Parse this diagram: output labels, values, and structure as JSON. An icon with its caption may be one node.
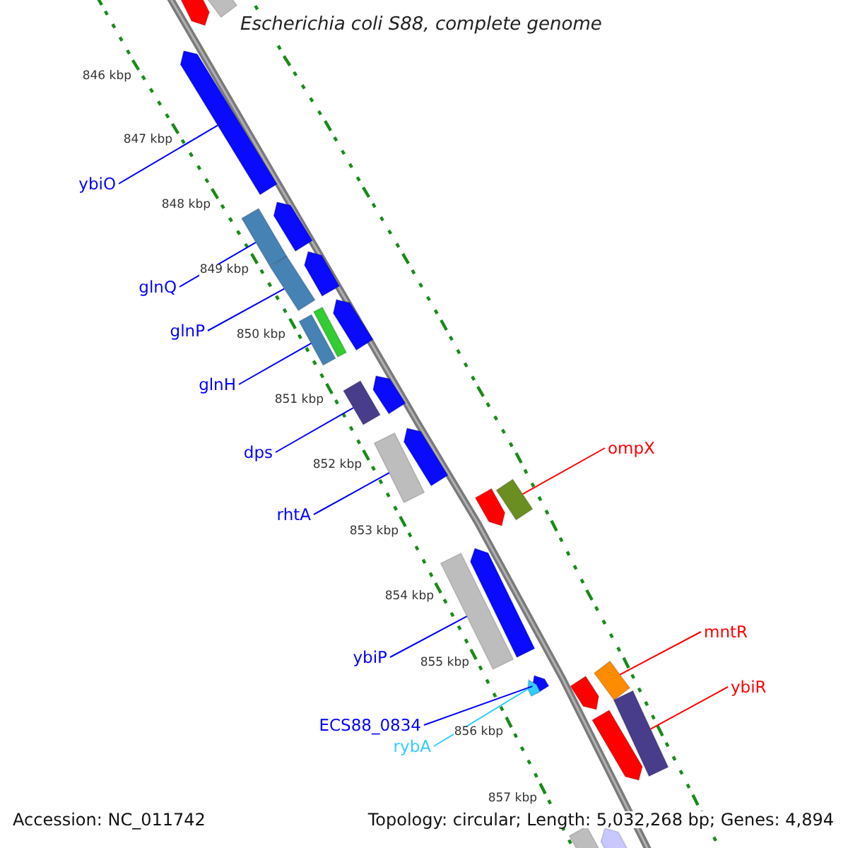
{
  "diagram": {
    "title": "Escherichia coli S88, complete genome",
    "nodes": [
      {
        "text": [
          "ybiO"
        ]
      },
      {
        "text": [],
        "shape": "bar"
      },
      {
        "text": [
          "glnQ"
        ]
      },
      {
        "text": [],
        "shape": "bar"
      },
      {
        "text": [
          "glnP"
        ]
      },
      {
        "text": [],
        "shape": "bar"
      },
      {
        "text": [
          "glnH"
        ]
      },
      {
        "text": [],
        "shape": "bar"
      },
      {
        "text": [
          "dps"
        ]
      },
      {
        "text": [],
        "shape": "bar"
      },
      {
        "text": [
          "rhtA"
        ]
      },
      {
        "text": [],
        "shape": "bar"
      },
      {
        "text": [
          "ompX"
        ]
      },
      {
        "text": [],
        "shape": "bar"
      },
      {
        "text": [
          "ybiP"
        ]
      },
      {
        "text": [],
        "shape": "bar"
      },
      {
        "text": [
          "mntR"
        ]
      },
      {
        "text": [],
        "shape": "bar"
      },
      {
        "text": [
          "ybiR"
        ]
      },
      {
        "text": [],
        "shape": "bar"
      },
      {
        "text": [
          "ECS88_0834"
        ]
      },
      {
        "text": [],
        "shape": "bar"
      },
      {
        "text": [
          "rybA"
        ]
      },
      {
        "text": [],
        "shape": "bar"
      },
      {
        "text": [],
        "shape": "bar"
      },
      {
        "text": [],
        "shape": "bar"
      },
      {
        "text": [],
        "shape": "bar"
      },
      {
        "text": [],
        "shape": "bar"
      },
      {
        "text": [],
        "shape": "bar"
      },
      {
        "text": [],
        "shape": "bar"
      },
      {
        "text": [],
        "shape": "bar"
      },
      {
        "text": [],
        "shape": "bar"
      },
      {
        "text": [],
        "shape": "bar"
      },
      {
        "text": [],
        "shape": "bar"
      },
      {
        "text": [],
        "shape": "bar"
      },
      {
        "text": [],
        "shape": "bar"
      },
      {
        "text": [],
        "shape": "bar"
      },
      {
        "text": [],
        "shape": "bar"
      }
    ],
    "edges": [
      {
        "from": 0,
        "to": 1,
        "arrow": "none"
      },
      {
        "from": 2,
        "to": 3,
        "arrow": "none"
      },
      {
        "from": 4,
        "to": 5,
        "arrow": "none"
      },
      {
        "from": 6,
        "to": 7,
        "arrow": "none"
      },
      {
        "from": 8,
        "to": 9,
        "arrow": "none"
      },
      {
        "from": 10,
        "to": 11,
        "arrow": "none"
      },
      {
        "from": 12,
        "to": 13,
        "arrow": "none",
        "color": "#ff0000"
      },
      {
        "from": 14,
        "to": 15,
        "arrow": "none"
      },
      {
        "from": 16,
        "to": 17,
        "arrow": "none",
        "color": "#ff0000"
      },
      {
        "from": 18,
        "to": 19,
        "arrow": "none",
        "color": "#ff0000"
      },
      {
        "from": 20,
        "to": 21,
        "arrow": "none"
      },
      {
        "from": 22,
        "to": 23,
        "arrow": "none",
        "color": "#33ccff"
      }
    ],
    "labels": [
      "846 kbp",
      "847 kbp",
      "848 kbp",
      "849 kbp",
      "850 kbp",
      "851 kbp",
      "852 kbp",
      "853 kbp",
      "854 kbp",
      "855 kbp",
      "856 kbp",
      "857 kbp",
      "Accession: NC_011742",
      "Topology: circular; Length: 5,032,268 bp; Genes: 4,894"
    ]
  }
}
